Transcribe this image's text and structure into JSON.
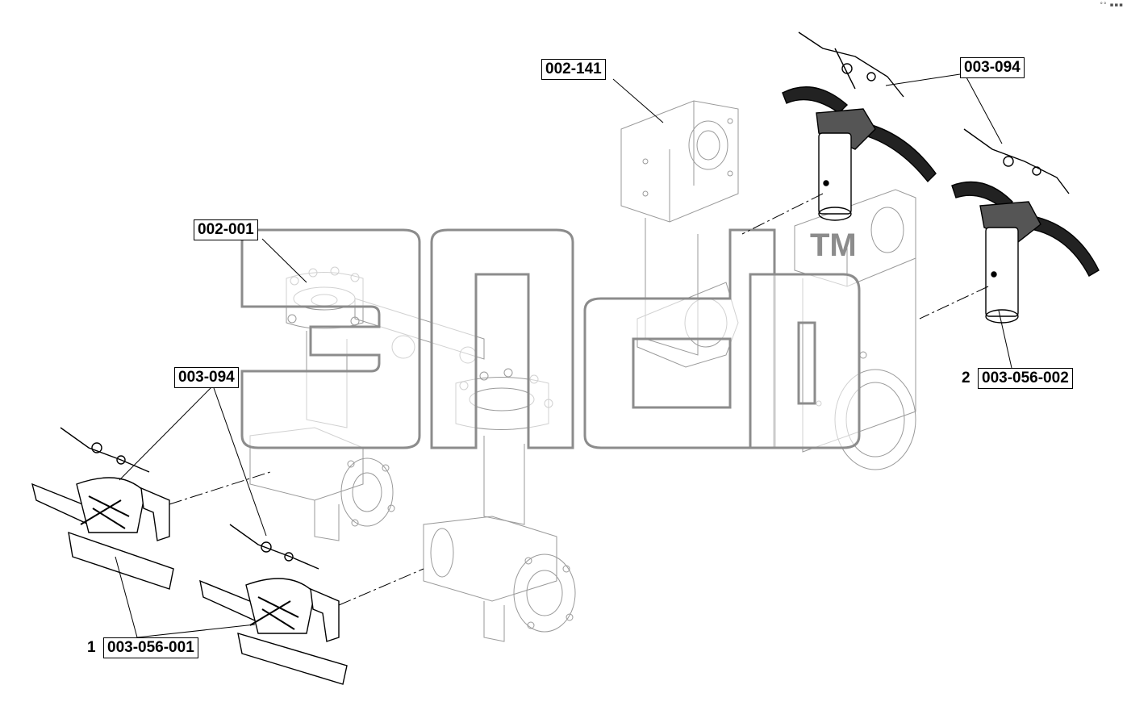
{
  "labels": {
    "c002_141": "002-141",
    "c003_094_top": "003-094",
    "c002_001": "002-001",
    "c003_094_left": "003-094",
    "c003_056_002": "003-056-002",
    "c003_056_001": "003-056-001"
  },
  "indices": {
    "idx2": "2",
    "idx1": "1"
  },
  "watermark": {
    "trademark": "TM"
  },
  "corner_mark": "°° ▪▪▪",
  "colors": {
    "line": "#000000",
    "faint": "#9a9a9a",
    "watermark": "#8c8c8c",
    "background": "#ffffff"
  }
}
